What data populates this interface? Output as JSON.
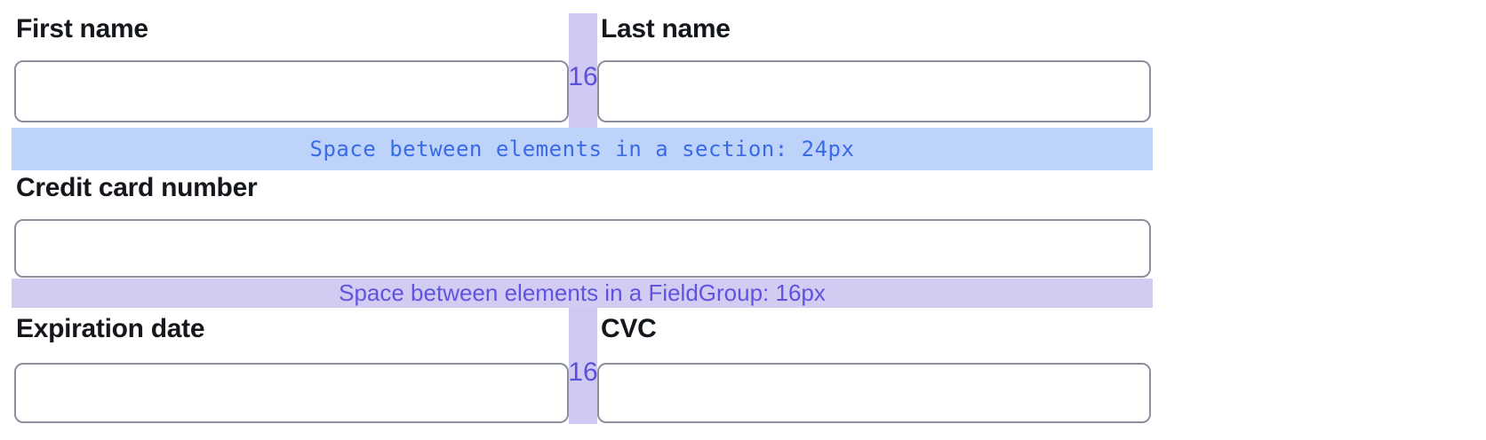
{
  "annotations": {
    "column_gap_value": "16",
    "section_banner": "Space between elements in a section: 24px",
    "fieldgroup_banner": "Space between elements in a FieldGroup: 16px"
  },
  "form": {
    "fields": {
      "first_name": {
        "label": "First name",
        "value": "",
        "placeholder": ""
      },
      "last_name": {
        "label": "Last name",
        "value": "",
        "placeholder": ""
      },
      "credit_card_number": {
        "label": "Credit card number",
        "value": "",
        "placeholder": ""
      },
      "expiration_date": {
        "label": "Expiration date",
        "value": "",
        "placeholder": ""
      },
      "cvc": {
        "label": "CVC",
        "value": "",
        "placeholder": ""
      }
    }
  },
  "colors": {
    "gap_highlight_bg": "#cfc9f4",
    "gap_label_text": "#5b50d8",
    "section_banner_bg": "#bed3fa",
    "section_banner_text": "#3a6be5",
    "fieldgroup_banner_bg": "#d2ccf3",
    "fieldgroup_banner_text": "#6053e0",
    "input_border": "#8b919c",
    "label_text": "#14171c"
  }
}
